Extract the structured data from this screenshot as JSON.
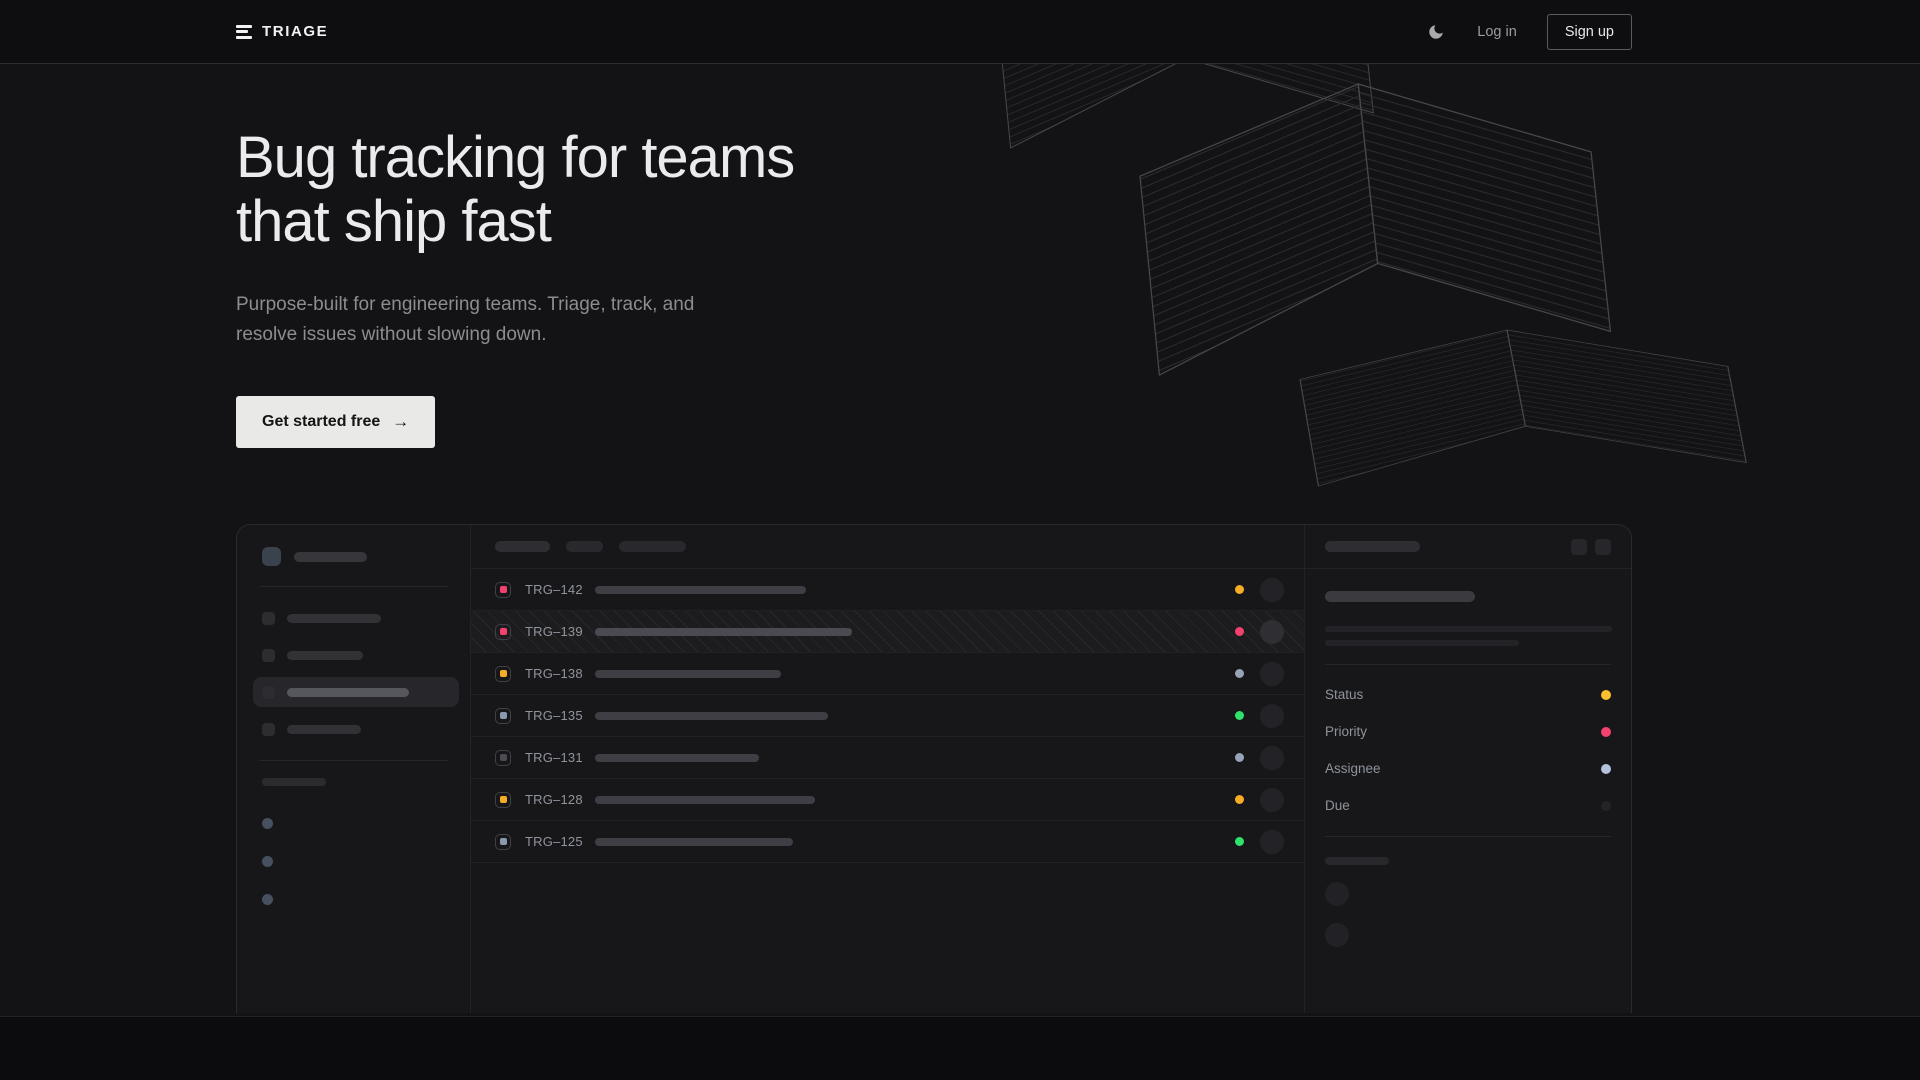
{
  "header": {
    "logo_text": "TRIAGE",
    "login_label": "Log in",
    "signup_label": "Sign up",
    "theme_icon": "moon-icon"
  },
  "hero": {
    "heading_line1": "Bug tracking for teams",
    "heading_line2": "that ship fast",
    "subtitle_line1": "Purpose-built for engineering teams. Triage, track, and",
    "subtitle_line2": "resolve issues without slowing down.",
    "cta_label": "Get started free",
    "cta_arrow": "→"
  },
  "app_preview": {
    "issues": [
      {
        "id": "TRG–142",
        "type_color": "#f4416e",
        "status_color": "#f6ad26",
        "title_width": 211,
        "hatched": false
      },
      {
        "id": "TRG–139",
        "type_color": "#f4416e",
        "status_color": "#f4416e",
        "title_width": 257,
        "hatched": true
      },
      {
        "id": "TRG–138",
        "type_color": "#f6ad26",
        "status_color": "#97a3b7",
        "title_width": 186,
        "hatched": false
      },
      {
        "id": "TRG–135",
        "type_color": "#8a99af",
        "status_color": "#2ee26c",
        "title_width": 233,
        "hatched": false
      },
      {
        "id": "TRG–131",
        "type_color": "#4c4c52",
        "status_color": "#97a3b7",
        "title_width": 164,
        "hatched": false
      },
      {
        "id": "TRG–128",
        "type_color": "#f6ad26",
        "status_color": "#f6ad26",
        "title_width": 220,
        "hatched": false
      },
      {
        "id": "TRG–125",
        "type_color": "#8a99af",
        "status_color": "#2ee26c",
        "title_width": 198,
        "hatched": false
      }
    ],
    "detail_fields": [
      {
        "label": "Status",
        "color": "#fcbf2e"
      },
      {
        "label": "Priority",
        "color": "#f4416e"
      },
      {
        "label": "Assignee",
        "color": "#b4c2dc"
      },
      {
        "label": "Due",
        "color": "#242428"
      }
    ]
  }
}
